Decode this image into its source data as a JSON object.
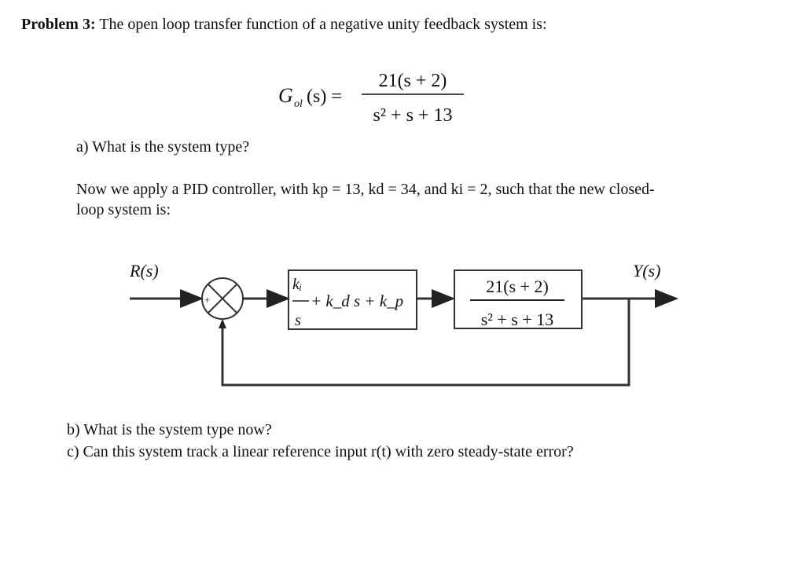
{
  "problem": {
    "label": "Problem 3:",
    "statement": "The open loop transfer function of a negative unity feedback system is:"
  },
  "equation": {
    "lhs_symbol": "G",
    "lhs_subscript": "ol",
    "lhs_arg": "(s) =",
    "numerator": "21(s + 2)",
    "denominator": "s² + s + 13"
  },
  "question_a": "a) What is the system type?",
  "pid_text": {
    "line1": "Now we apply a PID controller, with kp = 13, kd = 34, and ki = 2, such that the new closed-",
    "line2": "loop system is:"
  },
  "diagram": {
    "input_label": "R(s)",
    "output_label": "Y(s)",
    "plus_sign": "+",
    "minus_sign": "-",
    "controller": {
      "ki_num": "kᵢ",
      "ki_den": "s",
      "rest": "+ k_d s + k_p"
    },
    "plant": {
      "numerator": "21(s + 2)",
      "denominator": "s² + s + 13"
    }
  },
  "question_b": "b) What is the system type now?",
  "question_c": "c) Can this system track a linear reference input r(t) with zero steady-state error?"
}
